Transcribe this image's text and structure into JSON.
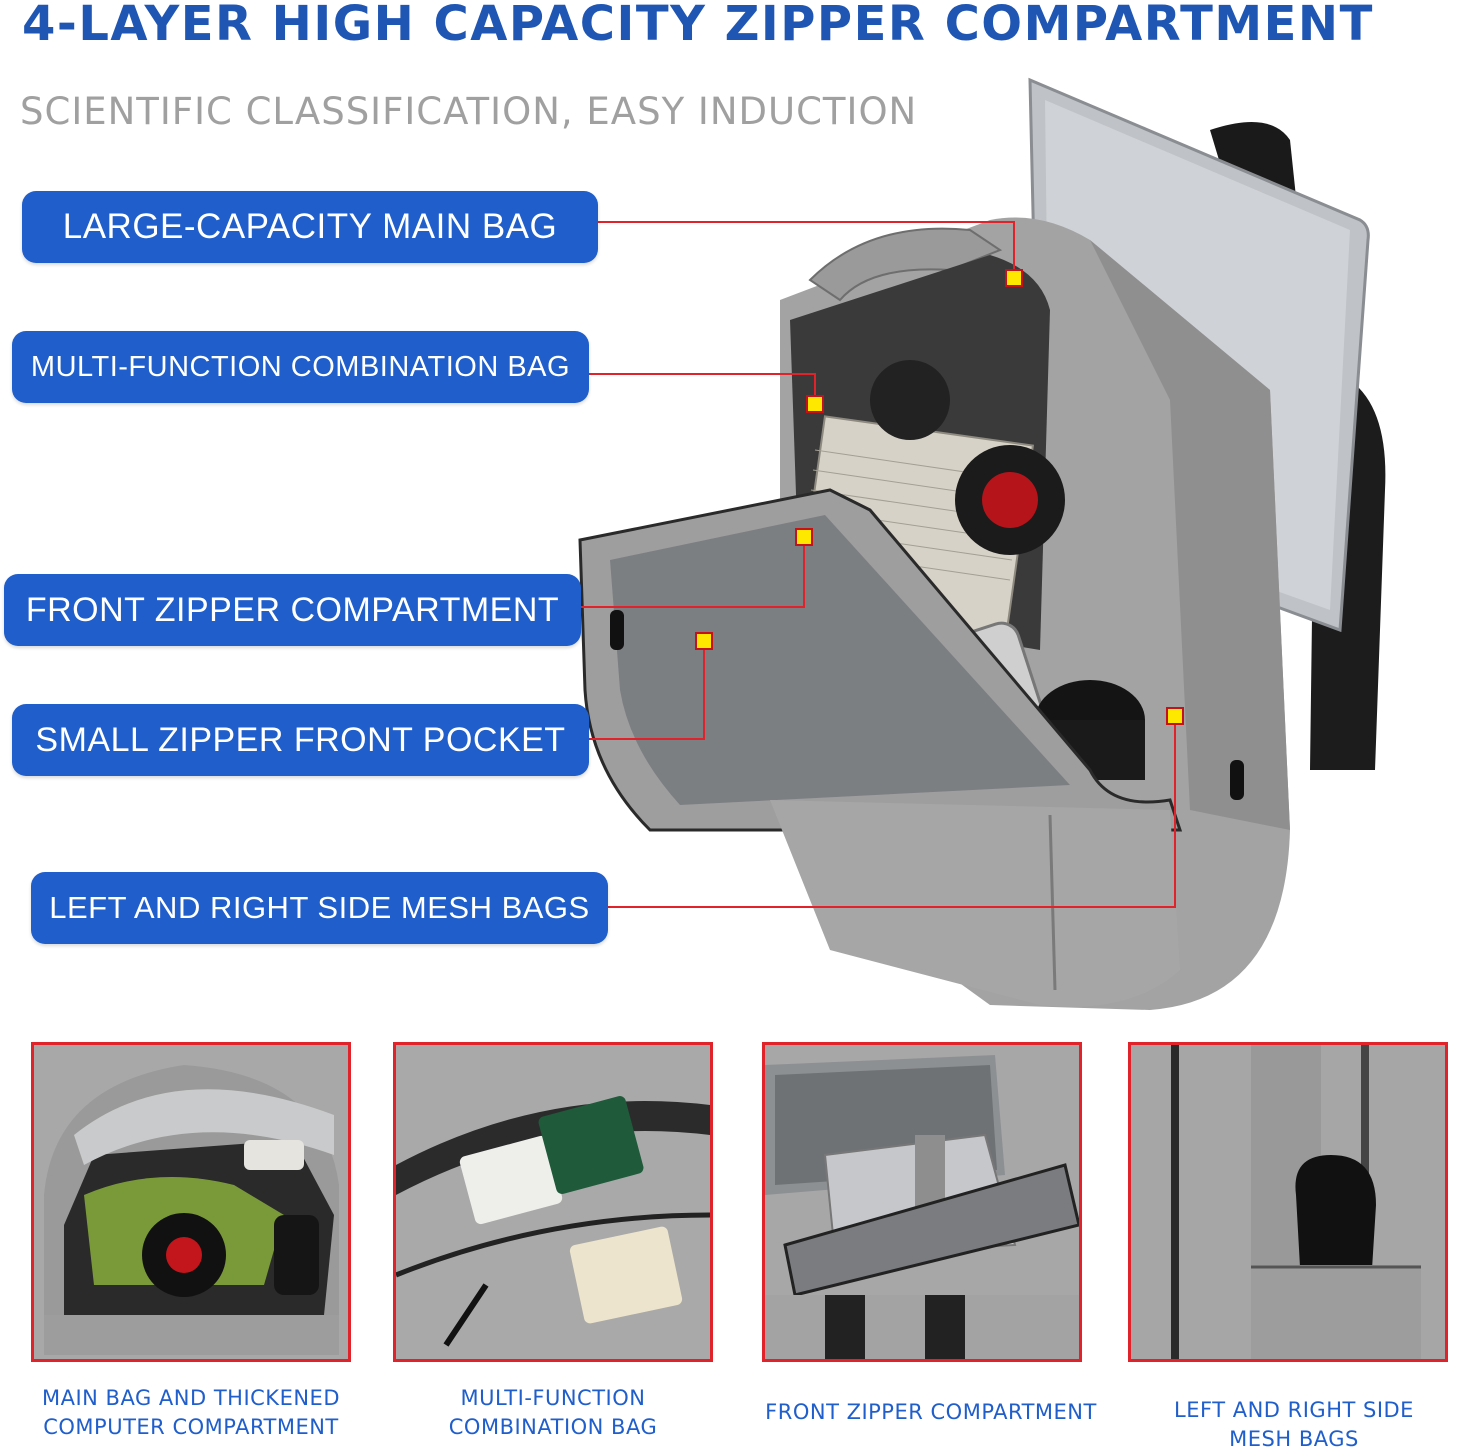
{
  "header": {
    "title": "4-LAYER HIGH CAPACITY ZIPPER COMPARTMENT",
    "subtitle": "SCIENTIFIC CLASSIFICATION, EASY INDUCTION"
  },
  "callouts": [
    {
      "label": "LARGE-CAPACITY MAIN BAG"
    },
    {
      "label": "MULTI-FUNCTION COMBINATION BAG"
    },
    {
      "label": "FRONT ZIPPER COMPARTMENT"
    },
    {
      "label": "SMALL ZIPPER FRONT POCKET"
    },
    {
      "label": "LEFT AND RIGHT SIDE MESH BAGS"
    }
  ],
  "thumbnails": [
    {
      "caption": "MAIN BAG AND THICKENED\nCOMPUTER COMPARTMENT"
    },
    {
      "caption": "MULTI-FUNCTION\nCOMBINATION BAG"
    },
    {
      "caption": "FRONT ZIPPER COMPARTMENT"
    },
    {
      "caption": "LEFT AND RIGHT SIDE\nMESH BAGS"
    }
  ],
  "colors": {
    "title_blue": "#1f56b4",
    "pill_blue": "#1f5ecb",
    "leader_red": "#e0232b",
    "marker_yellow": "#ffe800",
    "bag_gray": "#9c9c9c"
  }
}
